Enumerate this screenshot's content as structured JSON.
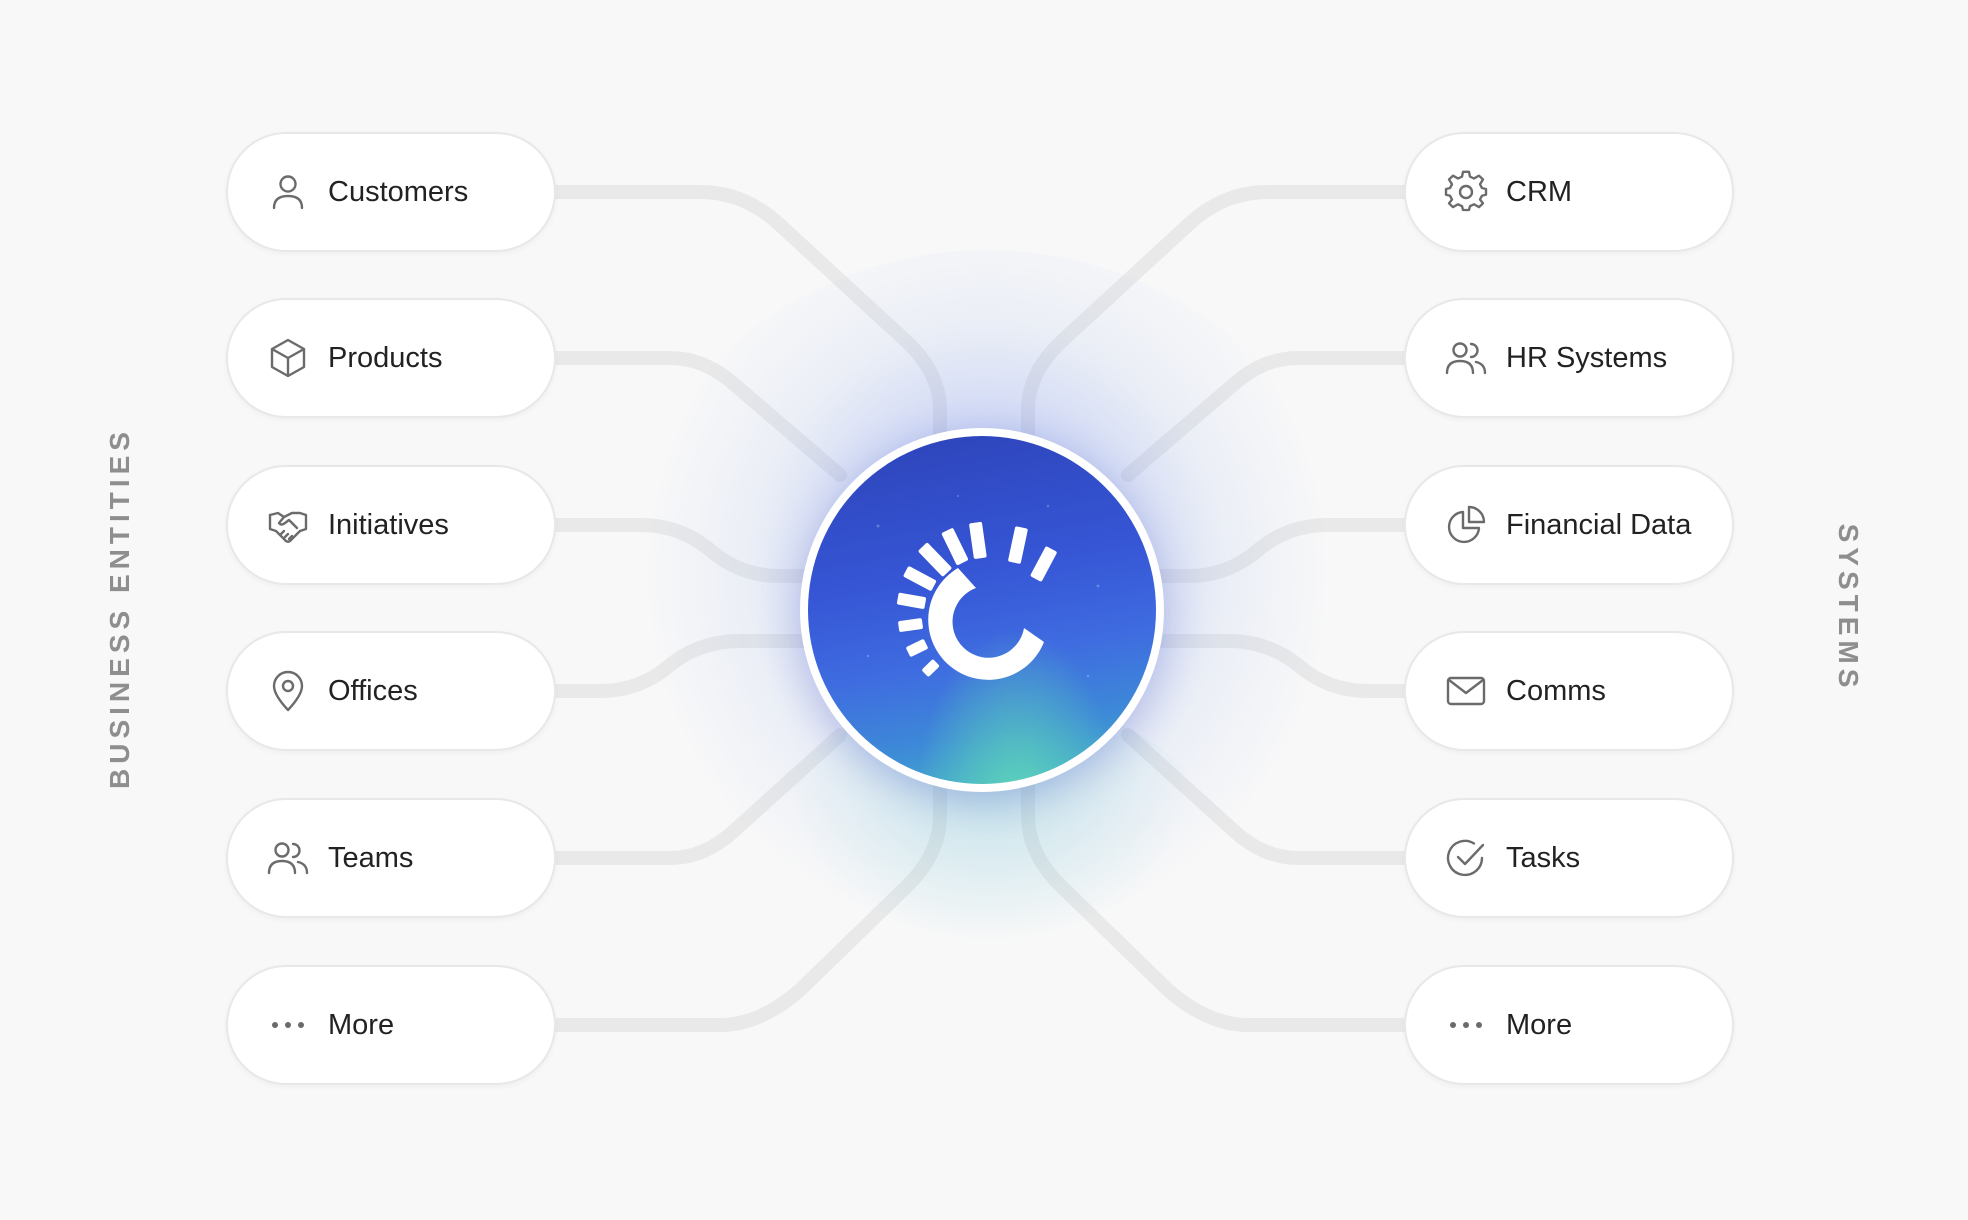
{
  "left_group": {
    "title": "BUSINESS ENTITIES",
    "items": [
      {
        "label": "Customers",
        "icon": "user-icon"
      },
      {
        "label": "Products",
        "icon": "box-icon"
      },
      {
        "label": "Initiatives",
        "icon": "handshake-icon"
      },
      {
        "label": "Offices",
        "icon": "map-pin-icon"
      },
      {
        "label": "Teams",
        "icon": "users-icon"
      },
      {
        "label": "More",
        "icon": "more-icon"
      }
    ]
  },
  "right_group": {
    "title": "SYSTEMS",
    "items": [
      {
        "label": "CRM",
        "icon": "gear-icon"
      },
      {
        "label": "HR Systems",
        "icon": "users-icon"
      },
      {
        "label": "Financial Data",
        "icon": "pie-chart-icon"
      },
      {
        "label": "Comms",
        "icon": "mail-icon"
      },
      {
        "label": "Tasks",
        "icon": "check-circle-icon"
      },
      {
        "label": "More",
        "icon": "more-icon"
      }
    ]
  },
  "hub": {
    "logo": "c-logo-icon"
  },
  "colors": {
    "background": "#f8f8f8",
    "connector": "#ebebeb",
    "hub_blue": "#3656d6",
    "hub_teal": "#5fd6b8",
    "icon_gray": "#6b6b6b",
    "side_label": "#8e8e8e"
  }
}
